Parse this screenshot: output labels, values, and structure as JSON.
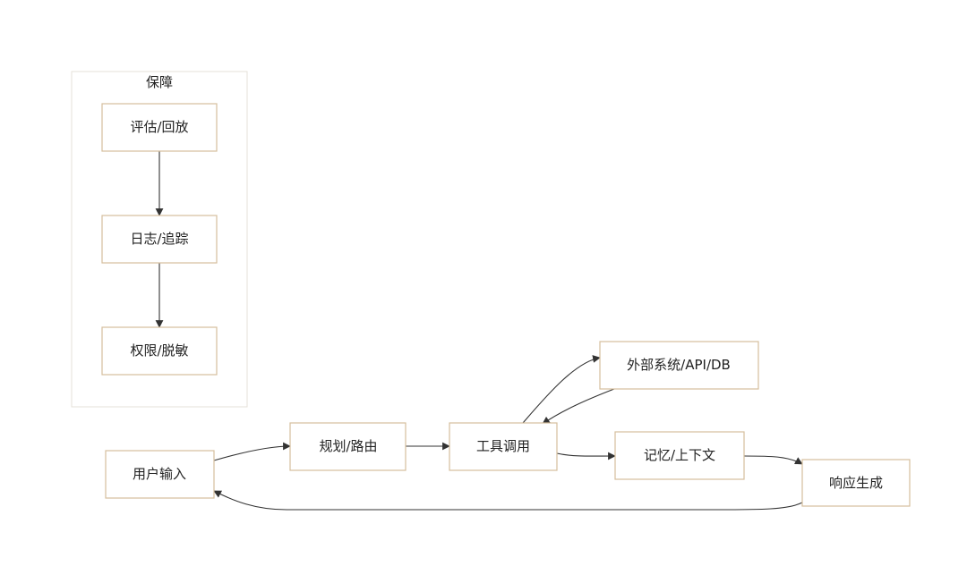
{
  "group": {
    "title": "保障"
  },
  "nodes": {
    "eval": {
      "label": "评估/回放"
    },
    "log": {
      "label": "日志/追踪"
    },
    "perm": {
      "label": "权限/脱敏"
    },
    "input": {
      "label": "用户输入"
    },
    "plan": {
      "label": "规划/路由"
    },
    "tool": {
      "label": "工具调用"
    },
    "external": {
      "label": "外部系统/API/DB"
    },
    "memory": {
      "label": "记忆/上下文"
    },
    "response": {
      "label": "响应生成"
    }
  },
  "colors": {
    "node_border": "#d6bf9c",
    "group_border": "#e6e1d8",
    "edge": "#333333"
  }
}
